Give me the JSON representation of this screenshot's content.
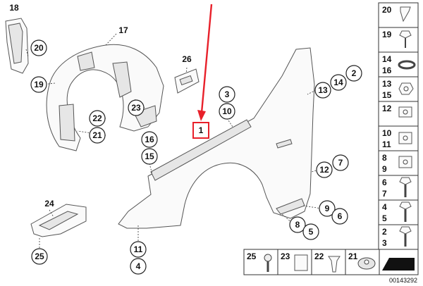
{
  "callouts": {
    "c18": "18",
    "c20": "20",
    "c19": "19",
    "c17": "17",
    "c22": "22",
    "c21": "21",
    "c23": "23",
    "c26": "26",
    "c3": "3",
    "c10": "10",
    "c1": "1",
    "c16": "16",
    "c15": "15",
    "c13": "13",
    "c14": "14",
    "c2": "2",
    "c12": "12",
    "c7": "7",
    "c9": "9",
    "c6": "6",
    "c8": "8",
    "c5": "5",
    "c24": "24",
    "c25": "25",
    "c11": "11",
    "c4": "4"
  },
  "side_table": {
    "rows": [
      {
        "top": "20",
        "bottom": ""
      },
      {
        "top": "19",
        "bottom": ""
      },
      {
        "top": "14",
        "bottom": "16"
      },
      {
        "top": "13",
        "bottom": "15"
      },
      {
        "top": "12",
        "bottom": ""
      },
      {
        "top": "10",
        "bottom": "11"
      },
      {
        "top": "8",
        "bottom": "9"
      },
      {
        "top": "6",
        "bottom": "7"
      },
      {
        "top": "4",
        "bottom": "5"
      },
      {
        "top": "2",
        "bottom": "3"
      }
    ]
  },
  "bottom_table": {
    "cells": [
      "25",
      "23",
      "22",
      "21"
    ]
  },
  "document_number": "00143292",
  "colors": {
    "highlight": "#e8202a",
    "line": "#333333"
  }
}
